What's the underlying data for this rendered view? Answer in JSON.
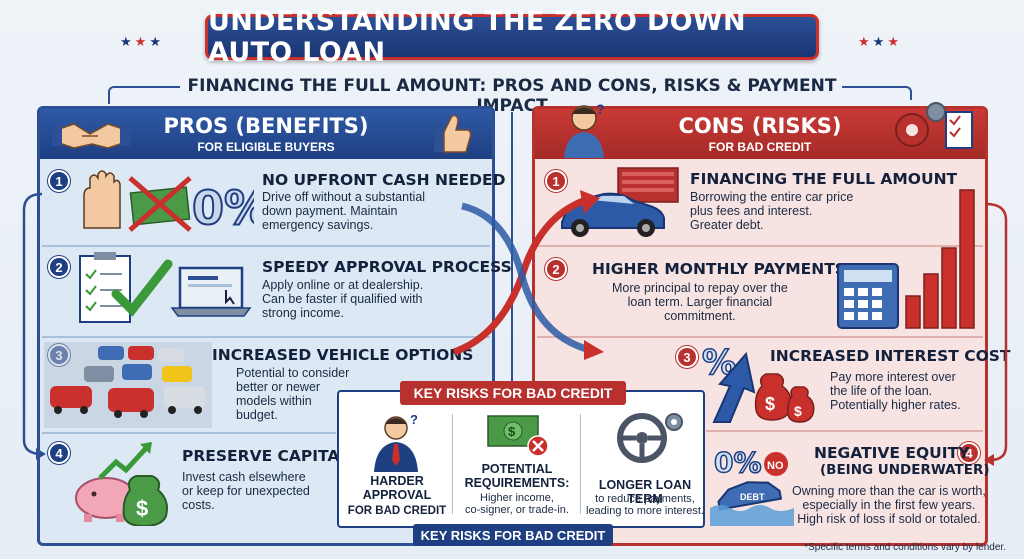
{
  "title": "UNDERSTANDING THE ZERO DOWN AUTO LOAN",
  "subtitle": "FINANCING THE FULL AMOUNT: PROS AND CONS, RISKS & PAYMENT IMPACT",
  "pros": {
    "title": "PROS (BENEFITS)",
    "subtitle": "FOR ELIGIBLE BUYERS",
    "items": [
      {
        "num": "1",
        "title": "NO UPFRONT CASH NEEDED",
        "body": [
          "Drive off without a substantial",
          "down payment. Maintain",
          "emergency savings."
        ]
      },
      {
        "num": "2",
        "title": "SPEEDY APPROVAL PROCESS",
        "body": [
          "Apply online or at dealership.",
          "Can be faster if qualified with",
          "strong income."
        ]
      },
      {
        "num": "3",
        "title": "INCREASED VEHICLE OPTIONS",
        "body": [
          "Potential to consider",
          "better or newer",
          "models within",
          "budget."
        ]
      },
      {
        "num": "4",
        "title": "PRESERVE CAPITAL",
        "body": [
          "Invest cash elsewhere",
          "or keep for unexpected",
          "costs."
        ]
      }
    ]
  },
  "cons": {
    "title": "CONS (RISKS)",
    "subtitle": "FOR BAD CREDIT",
    "items": [
      {
        "num": "1",
        "title": "FINANCING THE FULL AMOUNT",
        "body": [
          "Borrowing the entire car price",
          "plus fees and interest.",
          "Greater debt."
        ]
      },
      {
        "num": "2",
        "title": "HIGHER MONTHLY PAYMENTS",
        "body": [
          "More principal to repay over the",
          "loan term. Larger financial",
          "commitment."
        ]
      },
      {
        "num": "3",
        "title": "INCREASED INTEREST COST",
        "body": [
          "Pay more interest over",
          "the life of the loan.",
          "Potentially higher rates."
        ]
      },
      {
        "num": "4",
        "title": "NEGATIVE EQUITY",
        "title2": "(BEING UNDERWATER)",
        "body": [
          "Owning more than the car is worth,",
          "especially in the first few years.",
          "High risk of loss if sold or totaled."
        ]
      }
    ]
  },
  "key_risks": {
    "label": "KEY RISKS FOR BAD CREDIT",
    "label_bottom": "KEY RISKS FOR BAD CREDIT",
    "cols": [
      {
        "title": [
          "HARDER",
          "APPROVAL"
        ],
        "body": [
          "FOR BAD CREDIT"
        ]
      },
      {
        "title": [
          "POTENTIAL",
          "REQUIREMENTS:"
        ],
        "body": [
          "Higher income,",
          "co-signer, or trade-in."
        ]
      },
      {
        "title": [
          "LONGER LOAN TERM"
        ],
        "body": [
          "to reduce payments,",
          "leading to more interest."
        ]
      }
    ]
  },
  "icon_text": {
    "percent": "0%",
    "percent_small": "%",
    "no": "NO",
    "debt": "DEBT",
    "dollar": "$",
    "question": "?"
  },
  "footnote": "*Specific terms and conditions vary by lender.",
  "colors": {
    "navy": "#1e3f82",
    "red": "#b8312f",
    "green": "#3a9a3a",
    "pros_bg": "#dce8f4",
    "cons_bg": "#f7e3e1"
  },
  "icons": [
    "handshake-icon",
    "thumbs-up-icon",
    "worried-person-icon",
    "gears-icon",
    "checklist-icon",
    "hand-stop-icon",
    "cash-crossed-icon",
    "percent-icon",
    "clipboard-check-icon",
    "laptop-icon",
    "car-lot-icon",
    "piggy-bank-icon",
    "money-bag-icon",
    "money-stack-icon",
    "blue-car-icon",
    "bar-chart-icon",
    "calculator-icon",
    "rising-arrow-icon",
    "underwater-car-icon",
    "businessman-icon",
    "cash-x-icon",
    "steering-wheel-icon"
  ]
}
